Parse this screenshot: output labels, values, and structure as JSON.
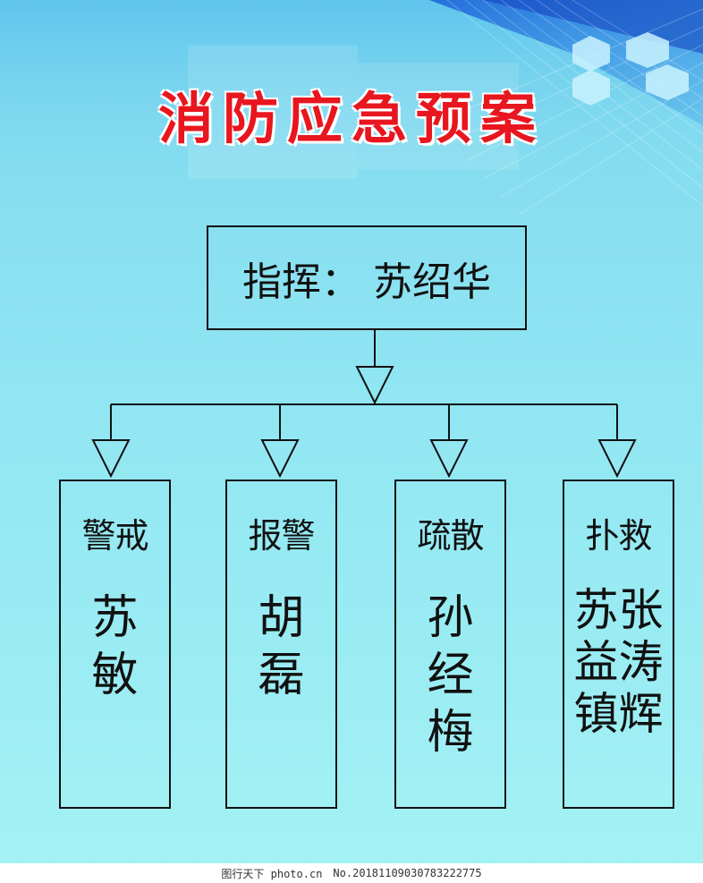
{
  "title": "消防应急预案",
  "commander": {
    "label": "指挥：",
    "name": "苏绍华"
  },
  "teams": [
    {
      "role": "警戒",
      "members": [
        "苏",
        "敏"
      ]
    },
    {
      "role": "报警",
      "members": [
        "胡",
        "磊"
      ]
    },
    {
      "role": "疏散",
      "members": [
        "孙",
        "经",
        "梅"
      ]
    },
    {
      "role": "扑救",
      "members": [
        "苏张",
        "益涛",
        "镇辉"
      ]
    }
  ],
  "footer": {
    "site": "图行天下 photo.cn",
    "number": "No.20181109030783222775"
  },
  "colors": {
    "title": "#e8161e",
    "background": "#90e6f2",
    "line": "#111111"
  }
}
